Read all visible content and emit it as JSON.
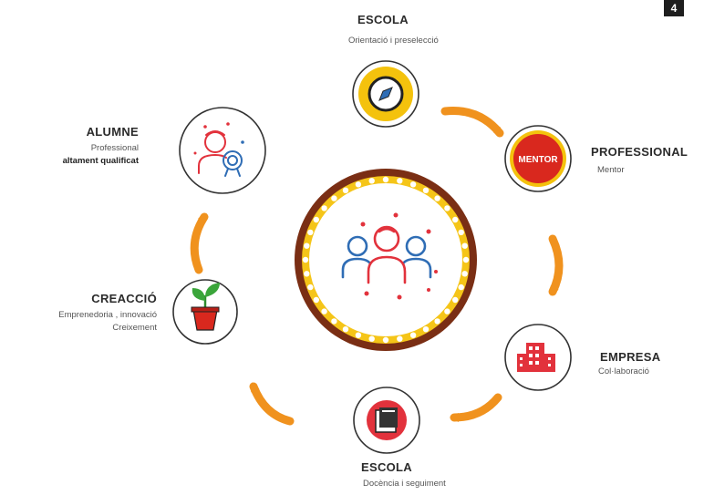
{
  "page_number": "4",
  "center": {
    "icon": "team-icon"
  },
  "nodes": {
    "escola_top": {
      "title": "ESCOLA",
      "subtitle": "Orientació i preselecció",
      "icon": "compass-icon"
    },
    "professional": {
      "title": "PROFESSIONAL",
      "subtitle": "Mentor",
      "badge": "MENTOR"
    },
    "empresa": {
      "title": "EMPRESA",
      "subtitle": "Col·laboració",
      "icon": "building-icon"
    },
    "escola_bottom": {
      "title": "ESCOLA",
      "subtitle": "Docència i seguiment",
      "icon": "book-icon"
    },
    "creaccio": {
      "title": "CREACCIÓ",
      "subtitle_line1": "Emprenedoria , innovació",
      "subtitle_line2": "Creixement",
      "icon": "plant-pot-icon"
    },
    "alumne": {
      "title": "ALUMNE",
      "subtitle_line1": "Professional",
      "subtitle_line2": "altament qualificat",
      "icon": "graduate-medal-icon"
    }
  },
  "colors": {
    "arrow": "#f0921e",
    "ring_outer": "#7a2e14",
    "ring_dots": "#f5c518",
    "mentor_red": "#d9281e",
    "compass_yellow": "#f4c20d",
    "icon_red": "#e2323c",
    "icon_blue": "#2f6db5"
  }
}
